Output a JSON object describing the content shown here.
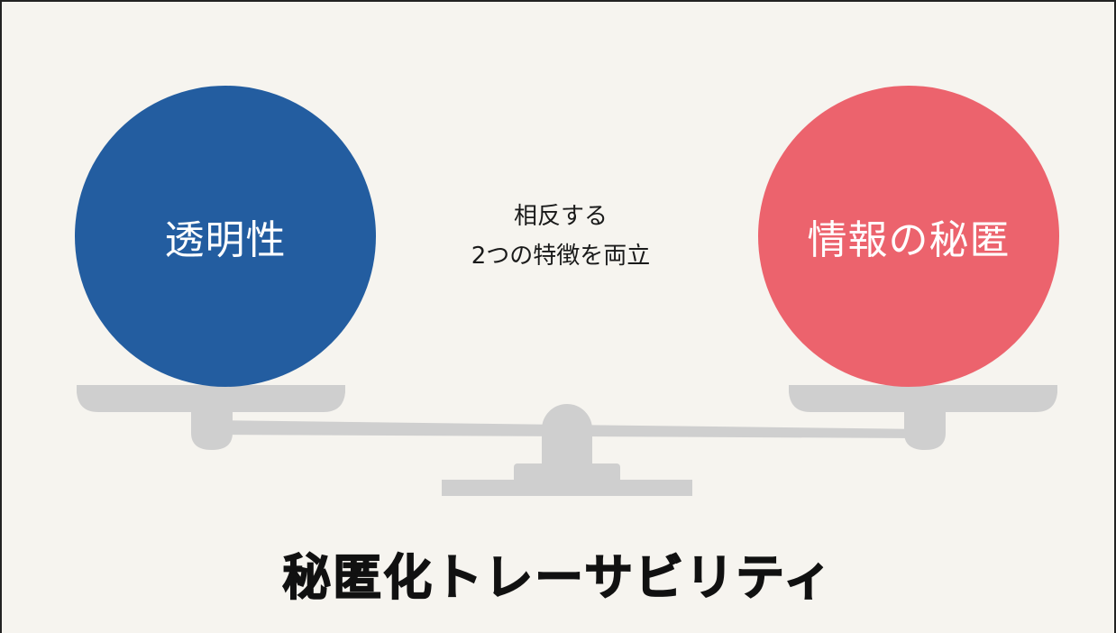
{
  "colors": {
    "background": "#f6f4ef",
    "transparency_circle": "#235da0",
    "confidentiality_circle": "#ec636d",
    "scale": "#cfcfcf",
    "text_dark": "#111111",
    "text_on_circle": "#ffffff"
  },
  "left_circle": {
    "label": "透明性"
  },
  "right_circle": {
    "label": "情報の秘匿"
  },
  "center_caption": {
    "line1": "相反する",
    "line2": "2つの特徴を両立"
  },
  "title": "秘匿化トレーサビリティ",
  "icons": {
    "scale": "balance-scale-icon"
  }
}
